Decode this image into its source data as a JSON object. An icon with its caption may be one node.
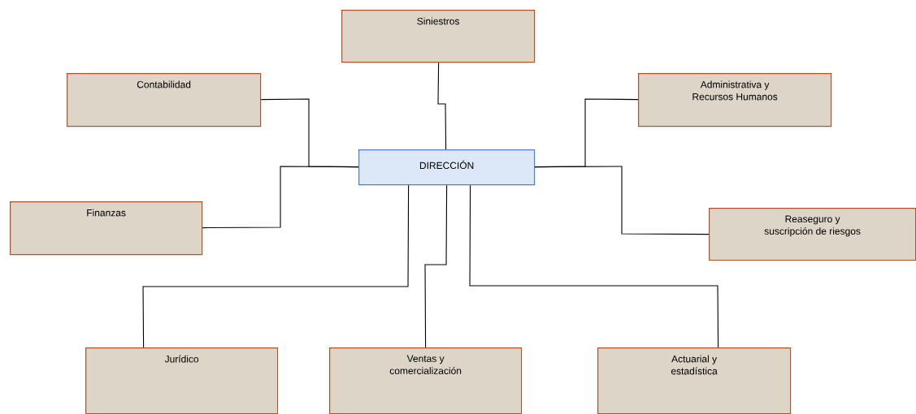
{
  "diagram": {
    "nodes": [
      {
        "text": [
          "Siniestros"
        ]
      },
      {
        "text": [
          "Contabilidad"
        ]
      },
      {
        "text": [
          "Administrativa y Recursos Humanos"
        ]
      },
      {
        "text": [
          "DIRECCIÓN"
        ]
      },
      {
        "text": [
          "Finanzas"
        ]
      },
      {
        "text": [
          "Reaseguro y suscripción de riesgos"
        ]
      },
      {
        "text": [
          "Jurídico"
        ]
      },
      {
        "text": [
          "Ventas y comercialización"
        ]
      },
      {
        "text": [
          "Actuarial y estadística"
        ]
      }
    ],
    "edges": [
      {
        "from": 3,
        "to": 0,
        "arrow": "none"
      },
      {
        "from": 3,
        "to": 1,
        "arrow": "none"
      },
      {
        "from": 3,
        "to": 4,
        "arrow": "none"
      },
      {
        "from": 3,
        "to": 2,
        "arrow": "none"
      },
      {
        "from": 3,
        "to": 5,
        "arrow": "none"
      },
      {
        "from": 3,
        "to": 6,
        "arrow": "none"
      },
      {
        "from": 3,
        "to": 7,
        "arrow": "none"
      },
      {
        "from": 3,
        "to": 8,
        "arrow": "none"
      }
    ]
  }
}
